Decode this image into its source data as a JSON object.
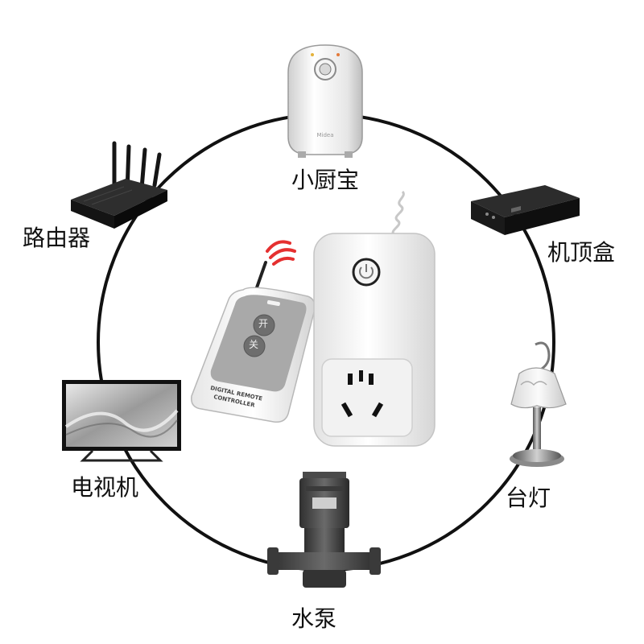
{
  "devices": [
    {
      "id": "water-heater",
      "label": "小厨宝"
    },
    {
      "id": "set-top-box",
      "label": "机顶盒"
    },
    {
      "id": "desk-lamp",
      "label": "台灯"
    },
    {
      "id": "water-pump",
      "label": "水泵"
    },
    {
      "id": "television",
      "label": "电视机"
    },
    {
      "id": "router",
      "label": "路由器"
    }
  ],
  "remote": {
    "on_label": "开",
    "off_label": "关",
    "text_line1": "DIGITAL REMOTE",
    "text_line2": "CONTROLLER"
  },
  "colors": {
    "ring": "#111111",
    "signal": "#e53030"
  }
}
